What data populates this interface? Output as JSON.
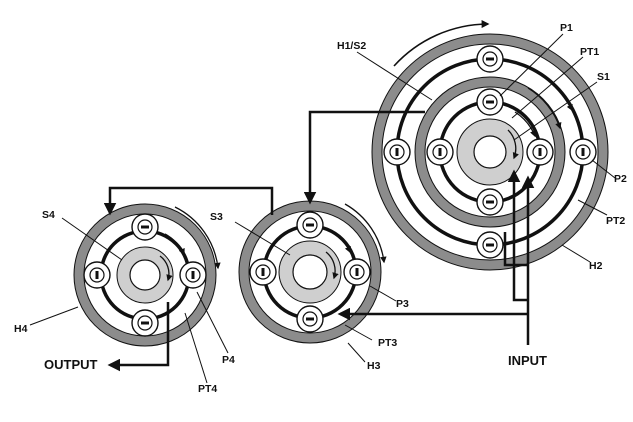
{
  "colors": {
    "housing": "#8c8c8c",
    "sun": "#cfcfcf",
    "ink": "#111111",
    "background": "#ffffff"
  },
  "labels": {
    "h1s2": "H1/S2",
    "p1": "P1",
    "pt1": "PT1",
    "s1": "S1",
    "p2": "P2",
    "pt2": "PT2",
    "h2": "H2",
    "s3": "S3",
    "p3": "P3",
    "pt3": "PT3",
    "h3": "H3",
    "s4": "S4",
    "h4": "H4",
    "p4": "P4",
    "pt4": "PT4",
    "output": "OUTPUT",
    "input": "INPUT"
  }
}
